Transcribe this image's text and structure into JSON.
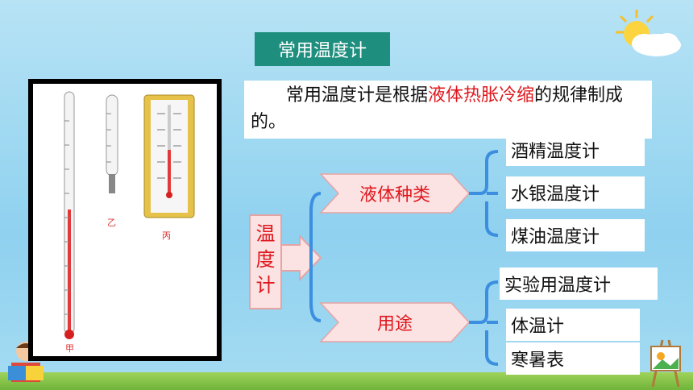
{
  "title": "常用温度计",
  "description": {
    "prefix": "常用温度计是根据",
    "highlight": "液体热胀冷缩",
    "suffix": "的规律制成的。"
  },
  "thermometer_labels": {
    "jia": "甲",
    "yi": "乙",
    "bing": "丙"
  },
  "center_node": "温度计",
  "branches": {
    "liquid_type": {
      "label": "液体种类",
      "items": [
        "酒精温度计",
        "水银温度计",
        "煤油温度计"
      ]
    },
    "usage": {
      "label": "用途",
      "items": [
        "实验用温度计",
        "体温计",
        "寒暑表"
      ]
    }
  },
  "colors": {
    "accent": "#e0181e",
    "title_bg": "#1e8e7e",
    "line": "#3b8ee0"
  }
}
